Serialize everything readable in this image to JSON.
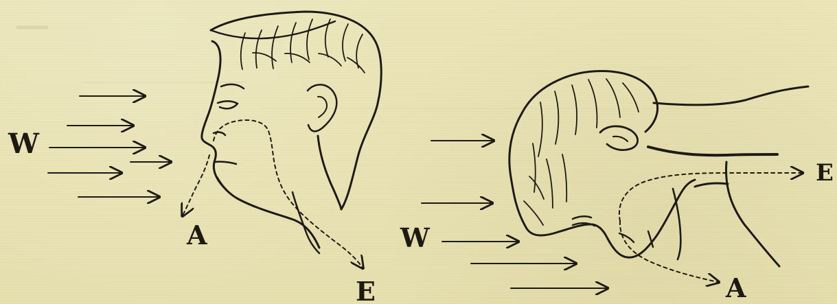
{
  "figure": {
    "labels": {
      "left_w": "W",
      "left_a": "A",
      "left_e": "E",
      "right_w": "W",
      "right_a": "A",
      "right_e": "E"
    }
  }
}
